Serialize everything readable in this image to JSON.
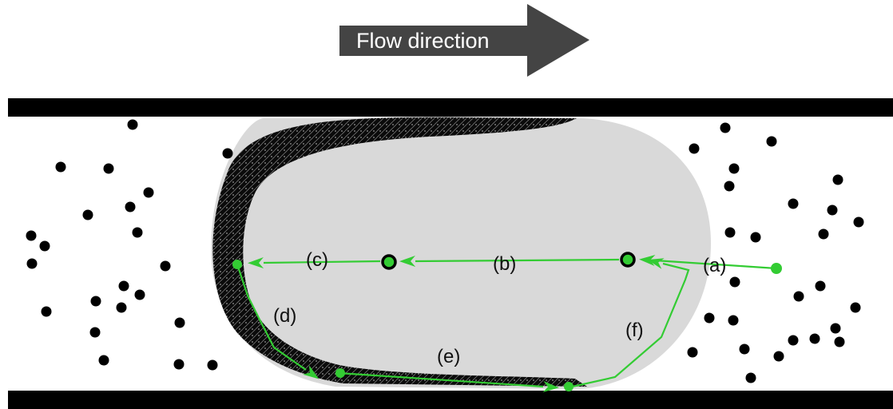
{
  "flow_arrow": {
    "label": "Flow direction"
  },
  "labels": {
    "a": "(a)",
    "b": "(b)",
    "c": "(c)",
    "d": "(d)",
    "e": "(e)",
    "f": "(f)"
  },
  "colors": {
    "wall": "#000000",
    "cell": "#d9d9d9",
    "cake": "#111111",
    "path": "#33cc33",
    "arrow": "#444444"
  },
  "icons": {
    "particle": "black-dot",
    "tracked_particle": "ringed-dot"
  }
}
